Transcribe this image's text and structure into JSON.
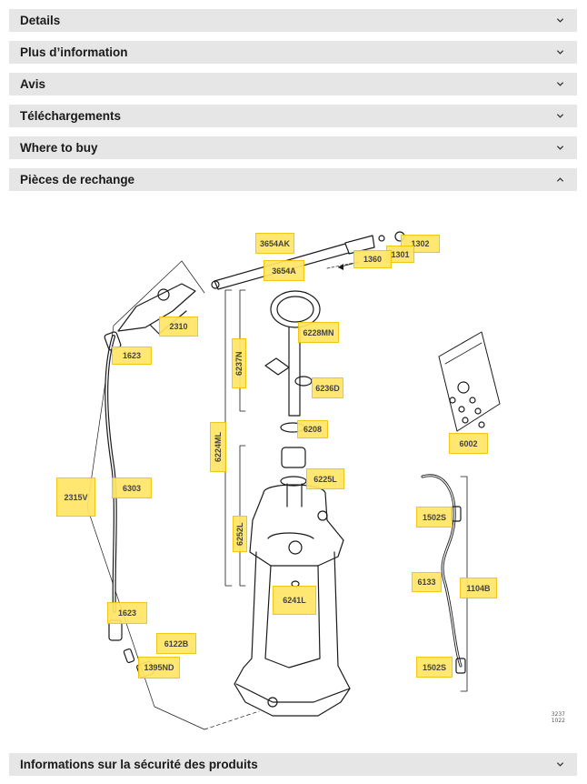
{
  "accordions": [
    {
      "label": "Details",
      "expanded": false
    },
    {
      "label": "Plus d’information",
      "expanded": false
    },
    {
      "label": "Avis",
      "expanded": false
    },
    {
      "label": "Téléchargements",
      "expanded": false
    },
    {
      "label": "Where to buy",
      "expanded": false
    },
    {
      "label": "Pièces de rechange",
      "expanded": true
    }
  ],
  "safety_section": {
    "label": "Informations sur la sécurité des produits",
    "expanded": false
  },
  "parts": {
    "p3654AK": "3654AK",
    "p3654A": "3654A",
    "p1302": "1302",
    "p1301": "1301",
    "p1360": "1360",
    "p2310": "2310",
    "p1623a": "1623",
    "p6228MN": "6228MN",
    "p6237N": "6237N",
    "p6236D": "6236D",
    "p6208": "6208",
    "p6224ML": "6224ML",
    "p6225L": "6225L",
    "p6252L": "6252L",
    "p6241L": "6241L",
    "p2315V": "2315V",
    "p6303": "6303",
    "p1623b": "1623",
    "p6122B": "6122B",
    "p1395ND": "1395ND",
    "p6002": "6002",
    "p1502Sa": "1502S",
    "p6133": "6133",
    "p1104B": "1104B",
    "p1502Sb": "1502S"
  },
  "diagram_code": [
    "3237",
    "1022"
  ],
  "colors": {
    "accordion_bg": "#e6e6e6",
    "highlight": "#ffe566",
    "highlight_border": "#f2c200"
  },
  "icons": {
    "collapsed": "chevron-down-icon",
    "expanded": "chevron-up-icon"
  }
}
